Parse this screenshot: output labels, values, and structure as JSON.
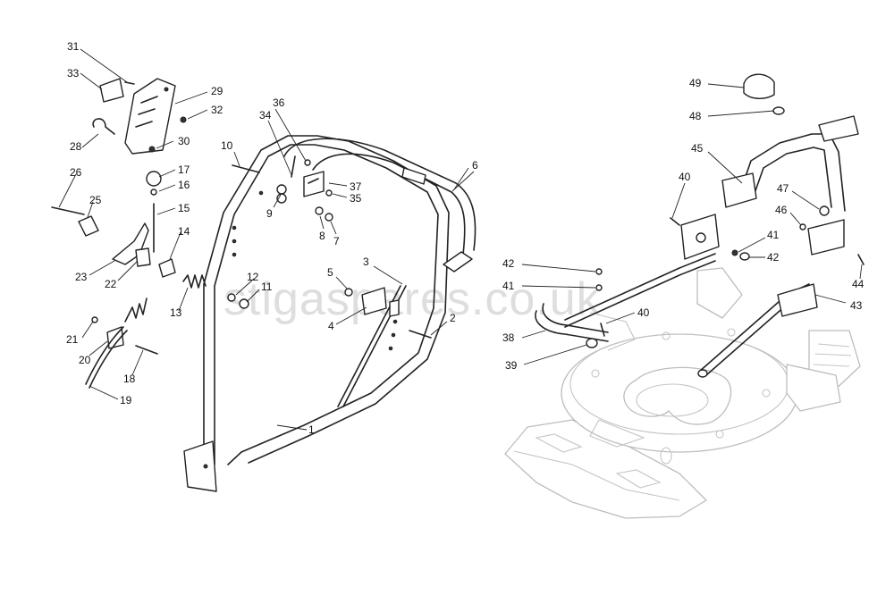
{
  "watermark": "stigaspares.co.uk",
  "parts": [
    "1",
    "2",
    "3",
    "4",
    "5",
    "6",
    "7",
    "8",
    "9",
    "10",
    "11",
    "12",
    "13",
    "14",
    "15",
    "16",
    "17",
    "18",
    "19",
    "20",
    "21",
    "22",
    "23",
    "25",
    "26",
    "28",
    "29",
    "30",
    "31",
    "32",
    "33",
    "34",
    "35",
    "36",
    "37",
    "38",
    "39",
    "40",
    "41",
    "42",
    "43",
    "44",
    "45",
    "46",
    "47",
    "48",
    "49"
  ],
  "callouts": [
    {
      "num": "1"
    },
    {
      "num": "2"
    },
    {
      "num": "3"
    },
    {
      "num": "4"
    },
    {
      "num": "5"
    },
    {
      "num": "6"
    },
    {
      "num": "7"
    },
    {
      "num": "8"
    },
    {
      "num": "9"
    },
    {
      "num": "10"
    },
    {
      "num": "11"
    },
    {
      "num": "12"
    },
    {
      "num": "13"
    },
    {
      "num": "14"
    },
    {
      "num": "15"
    },
    {
      "num": "16"
    },
    {
      "num": "17"
    },
    {
      "num": "18"
    },
    {
      "num": "19"
    },
    {
      "num": "20"
    },
    {
      "num": "21"
    },
    {
      "num": "22"
    },
    {
      "num": "23"
    },
    {
      "num": "25"
    },
    {
      "num": "26"
    },
    {
      "num": "28"
    },
    {
      "num": "29"
    },
    {
      "num": "30"
    },
    {
      "num": "31"
    },
    {
      "num": "32"
    },
    {
      "num": "33"
    },
    {
      "num": "34"
    },
    {
      "num": "35"
    },
    {
      "num": "36"
    },
    {
      "num": "37"
    },
    {
      "num": "38"
    },
    {
      "num": "39"
    },
    {
      "num": "40"
    },
    {
      "num": "40"
    },
    {
      "num": "41"
    },
    {
      "num": "41"
    },
    {
      "num": "42"
    },
    {
      "num": "42"
    },
    {
      "num": "43"
    },
    {
      "num": "44"
    },
    {
      "num": "45"
    },
    {
      "num": "46"
    },
    {
      "num": "47"
    },
    {
      "num": "48"
    },
    {
      "num": "49"
    }
  ]
}
